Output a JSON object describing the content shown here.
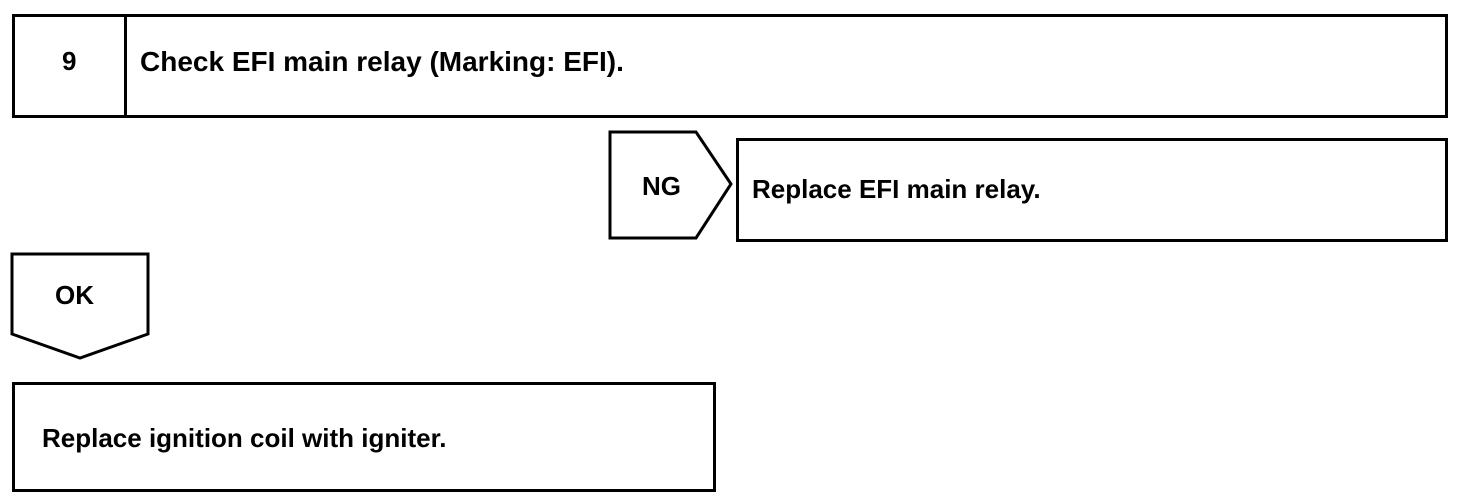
{
  "step": {
    "number": "9",
    "title": "Check EFI main relay (Marking: EFI)."
  },
  "ng_branch": {
    "label": "NG",
    "action": "Replace EFI main relay."
  },
  "ok_branch": {
    "label": "OK",
    "action": "Replace ignition coil with igniter."
  }
}
